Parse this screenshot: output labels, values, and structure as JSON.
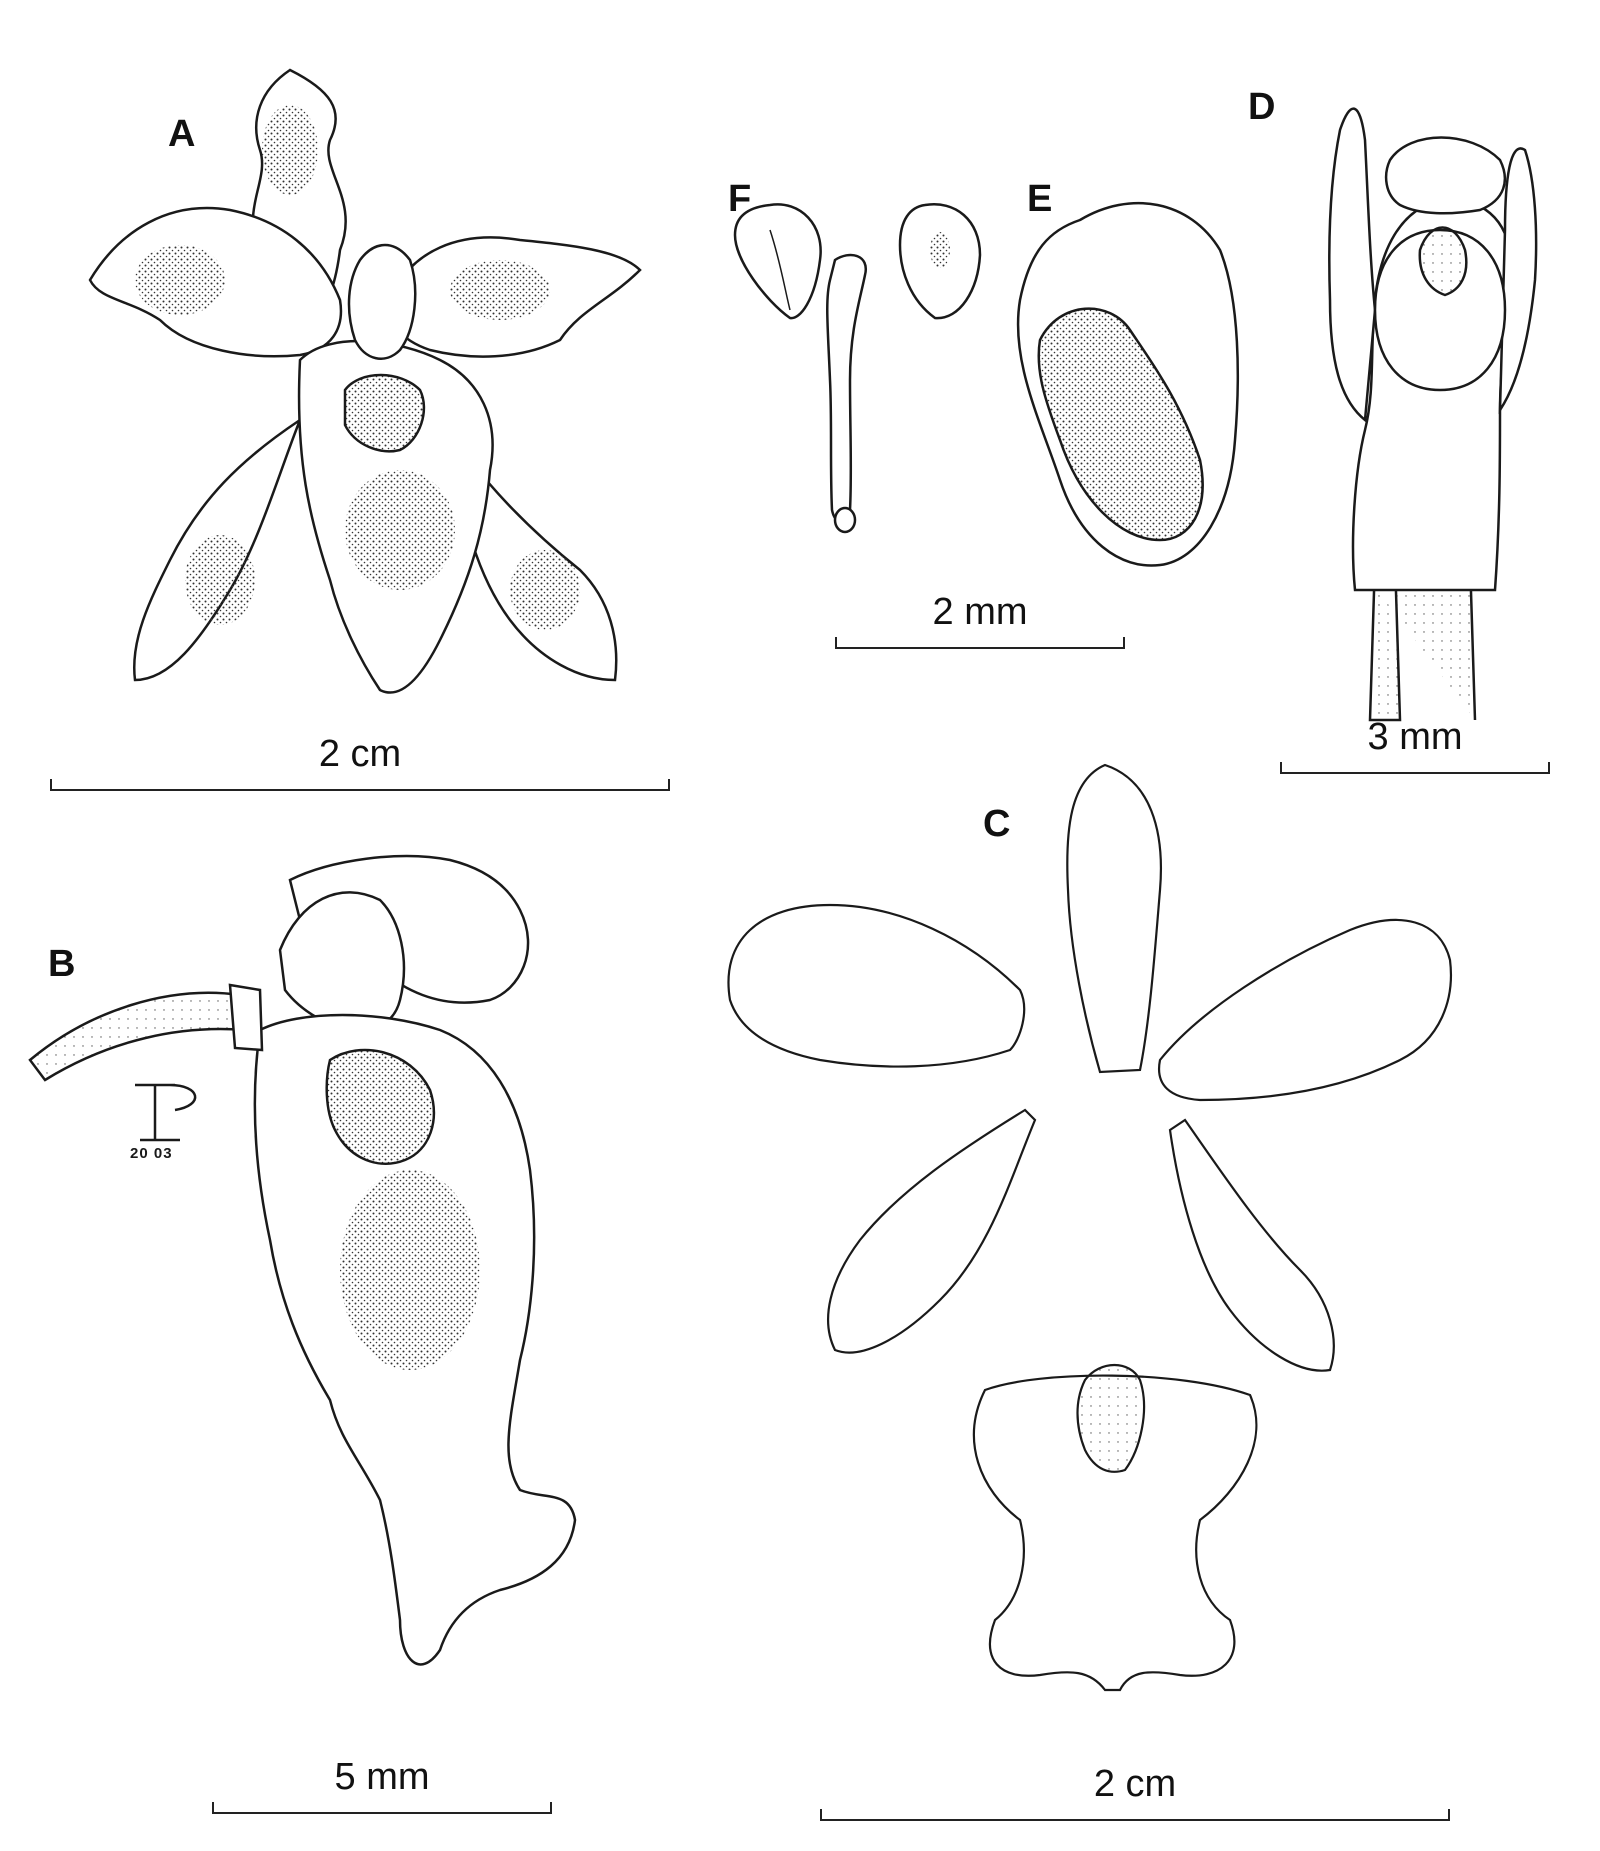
{
  "panels": {
    "A": {
      "letter": "A",
      "scale": "2 cm"
    },
    "B": {
      "letter": "B",
      "scale": "5 mm"
    },
    "C": {
      "letter": "C",
      "scale": "2 cm"
    },
    "D": {
      "letter": "D",
      "scale": "3 mm"
    },
    "E": {
      "letter": "E"
    },
    "F": {
      "letter": "F"
    }
  },
  "shared_scale_EF": "2 mm",
  "signature_date": "20 03",
  "colors": {
    "ink": "#1a1a1a",
    "shade": "#555555",
    "paper": "#ffffff"
  }
}
